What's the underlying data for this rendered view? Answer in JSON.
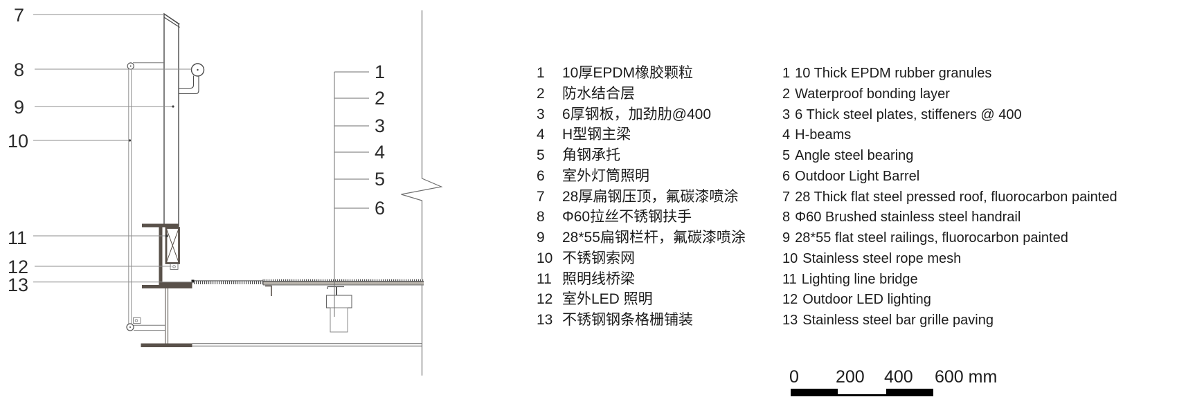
{
  "drawing": {
    "left_callouts": [
      "7",
      "8",
      "9",
      "10",
      "11",
      "12",
      "13"
    ],
    "ladder_callouts": [
      "1",
      "2",
      "3",
      "4",
      "5",
      "6"
    ]
  },
  "legend": {
    "rows": [
      {
        "n": "1",
        "zh": "10厚EPDM橡胶颗粒",
        "en": "10 Thick EPDM rubber granules"
      },
      {
        "n": "2",
        "zh": "防水结合层",
        "en": "Waterproof bonding layer"
      },
      {
        "n": "3",
        "zh": "6厚钢板，加劲肋@400",
        "en": "6 Thick steel plates, stiffeners @ 400"
      },
      {
        "n": "4",
        "zh": "H型钢主梁",
        "en": "H-beams"
      },
      {
        "n": "5",
        "zh": "角钢承托",
        "en": "Angle steel bearing"
      },
      {
        "n": "6",
        "zh": "室外灯筒照明",
        "en": "Outdoor Light Barrel"
      },
      {
        "n": "7",
        "zh": "28厚扁钢压顶，氟碳漆喷涂",
        "en": "28 Thick flat steel pressed roof, fluorocarbon painted"
      },
      {
        "n": "8",
        "zh": "Φ60拉丝不锈钢扶手",
        "en": "Φ60 Brushed stainless steel handrail"
      },
      {
        "n": "9",
        "zh": "28*55扁钢栏杆，氟碳漆喷涂",
        "en": "28*55 flat steel railings, fluorocarbon painted"
      },
      {
        "n": "10",
        "zh": "不锈钢索网",
        "en": "Stainless steel rope mesh"
      },
      {
        "n": "11",
        "zh": "照明线桥梁",
        "en": "Lighting line bridge"
      },
      {
        "n": "12",
        "zh": "室外LED 照明",
        "en": "Outdoor LED lighting"
      },
      {
        "n": "13",
        "zh": "不锈钢钢条格栅铺装",
        "en": "Stainless steel bar grille paving"
      }
    ]
  },
  "scale_bar": {
    "labels": [
      "0",
      "200",
      "400",
      "600 mm"
    ]
  },
  "colors": {
    "main_line": "#4a4a4a",
    "leader_line": "#8d8d8d",
    "steel_fill": "#59514a",
    "deck_fill": "#b7b2aa",
    "text": "#1c1c1c",
    "scale_black": "#000000"
  }
}
